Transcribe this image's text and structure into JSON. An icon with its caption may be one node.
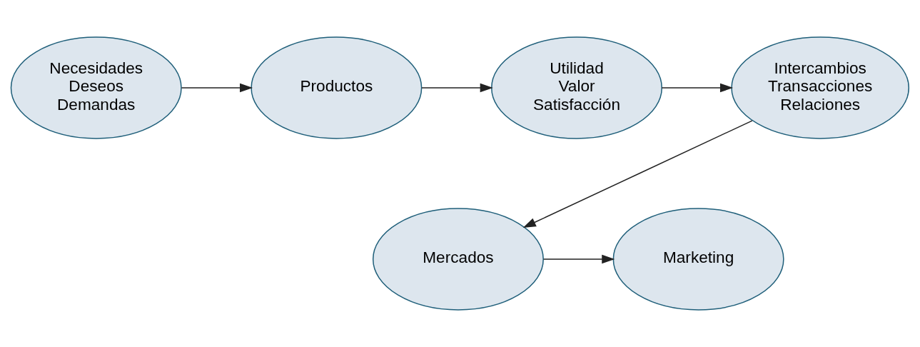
{
  "diagram": {
    "nodes": [
      {
        "text": [
          "Necesidades",
          "Deseos",
          "Demandas"
        ]
      },
      {
        "text": [
          "Productos"
        ]
      },
      {
        "text": [
          "Utilidad",
          "Valor",
          "Satisfacción"
        ]
      },
      {
        "text": [
          "Intercambios",
          "Transacciones",
          "Relaciones"
        ]
      },
      {
        "text": [
          "Mercados"
        ]
      },
      {
        "text": [
          "Marketing"
        ]
      }
    ],
    "edges": [
      {
        "from": 0,
        "to": 1,
        "arrow": "to"
      },
      {
        "from": 1,
        "to": 2,
        "arrow": "to"
      },
      {
        "from": 2,
        "to": 3,
        "arrow": "to"
      },
      {
        "from": 3,
        "to": 4,
        "arrow": "to"
      },
      {
        "from": 4,
        "to": 5,
        "arrow": "to"
      }
    ]
  }
}
